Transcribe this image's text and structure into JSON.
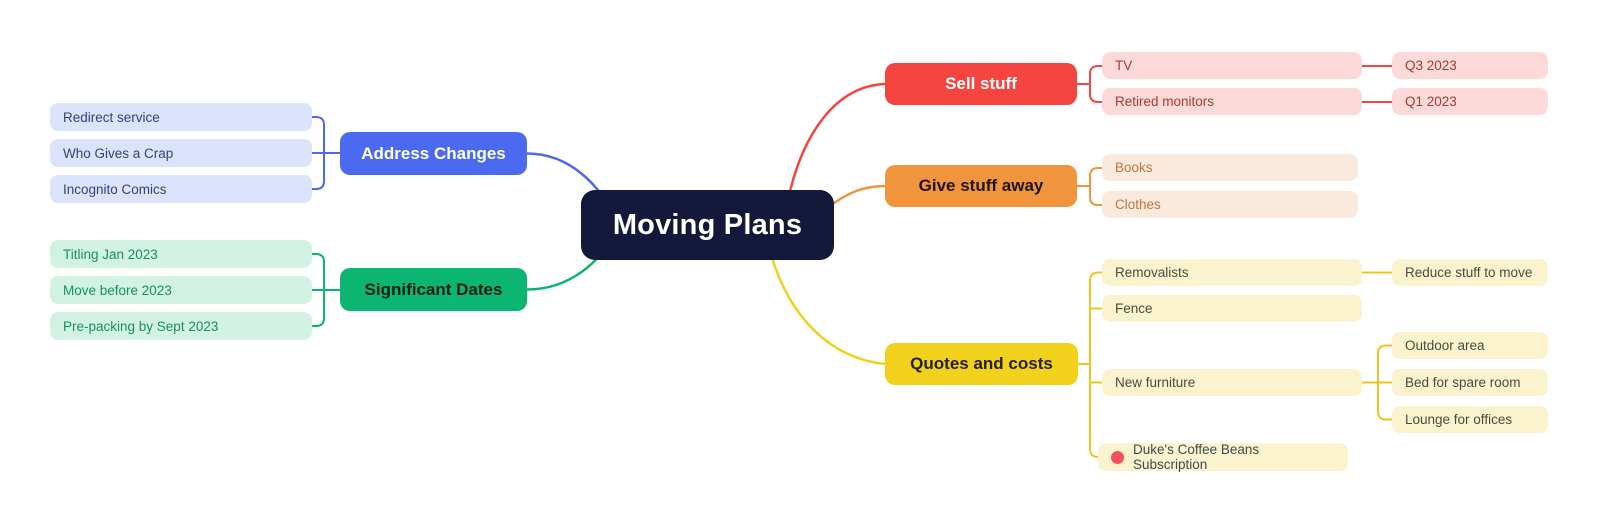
{
  "mindmap": {
    "root": "Moving Plans",
    "colors": {
      "canvas_bg": "#ffffff",
      "root_bg": "#14183a",
      "root_text": "#ffffff",
      "address_accent": "#4c6af0",
      "address_child_bg": "#dce3fc",
      "dates_accent": "#0cb572",
      "dates_child_bg": "#d2f3e3",
      "sell_accent": "#f64540",
      "sell_child_bg": "#fcdada",
      "give_accent": "#f0943d",
      "give_child_bg": "#faeadd",
      "quotes_accent": "#f2d11d",
      "quotes_child_bg": "#faf3cd",
      "red_dot": "#f4525a"
    },
    "branches": [
      {
        "id": "address-changes",
        "label": "Address Changes",
        "side": "left",
        "children": [
          {
            "label": "Redirect service"
          },
          {
            "label": "Who Gives a Crap"
          },
          {
            "label": "Incognito Comics"
          }
        ]
      },
      {
        "id": "significant-dates",
        "label": "Significant Dates",
        "side": "left",
        "children": [
          {
            "label": "Titling Jan 2023"
          },
          {
            "label": "Move before 2023"
          },
          {
            "label": "Pre-packing by Sept 2023"
          }
        ]
      },
      {
        "id": "sell-stuff",
        "label": "Sell stuff",
        "side": "right",
        "children": [
          {
            "label": "TV",
            "children": [
              {
                "label": "Q3 2023"
              }
            ]
          },
          {
            "label": "Retired monitors",
            "children": [
              {
                "label": "Q1 2023"
              }
            ]
          }
        ]
      },
      {
        "id": "give-stuff-away",
        "label": "Give stuff away",
        "side": "right",
        "children": [
          {
            "label": "Books"
          },
          {
            "label": "Clothes"
          }
        ]
      },
      {
        "id": "quotes-and-costs",
        "label": "Quotes and costs",
        "side": "right",
        "children": [
          {
            "label": "Removalists",
            "children": [
              {
                "label": "Reduce stuff to move"
              }
            ]
          },
          {
            "label": "Fence"
          },
          {
            "label": "New furniture",
            "children": [
              {
                "label": "Outdoor area"
              },
              {
                "label": "Bed for spare room"
              },
              {
                "label": "Lounge for offices"
              }
            ]
          },
          {
            "label": "Duke's Coffee Beans Subscription",
            "icon": "red-dot"
          }
        ]
      }
    ]
  }
}
